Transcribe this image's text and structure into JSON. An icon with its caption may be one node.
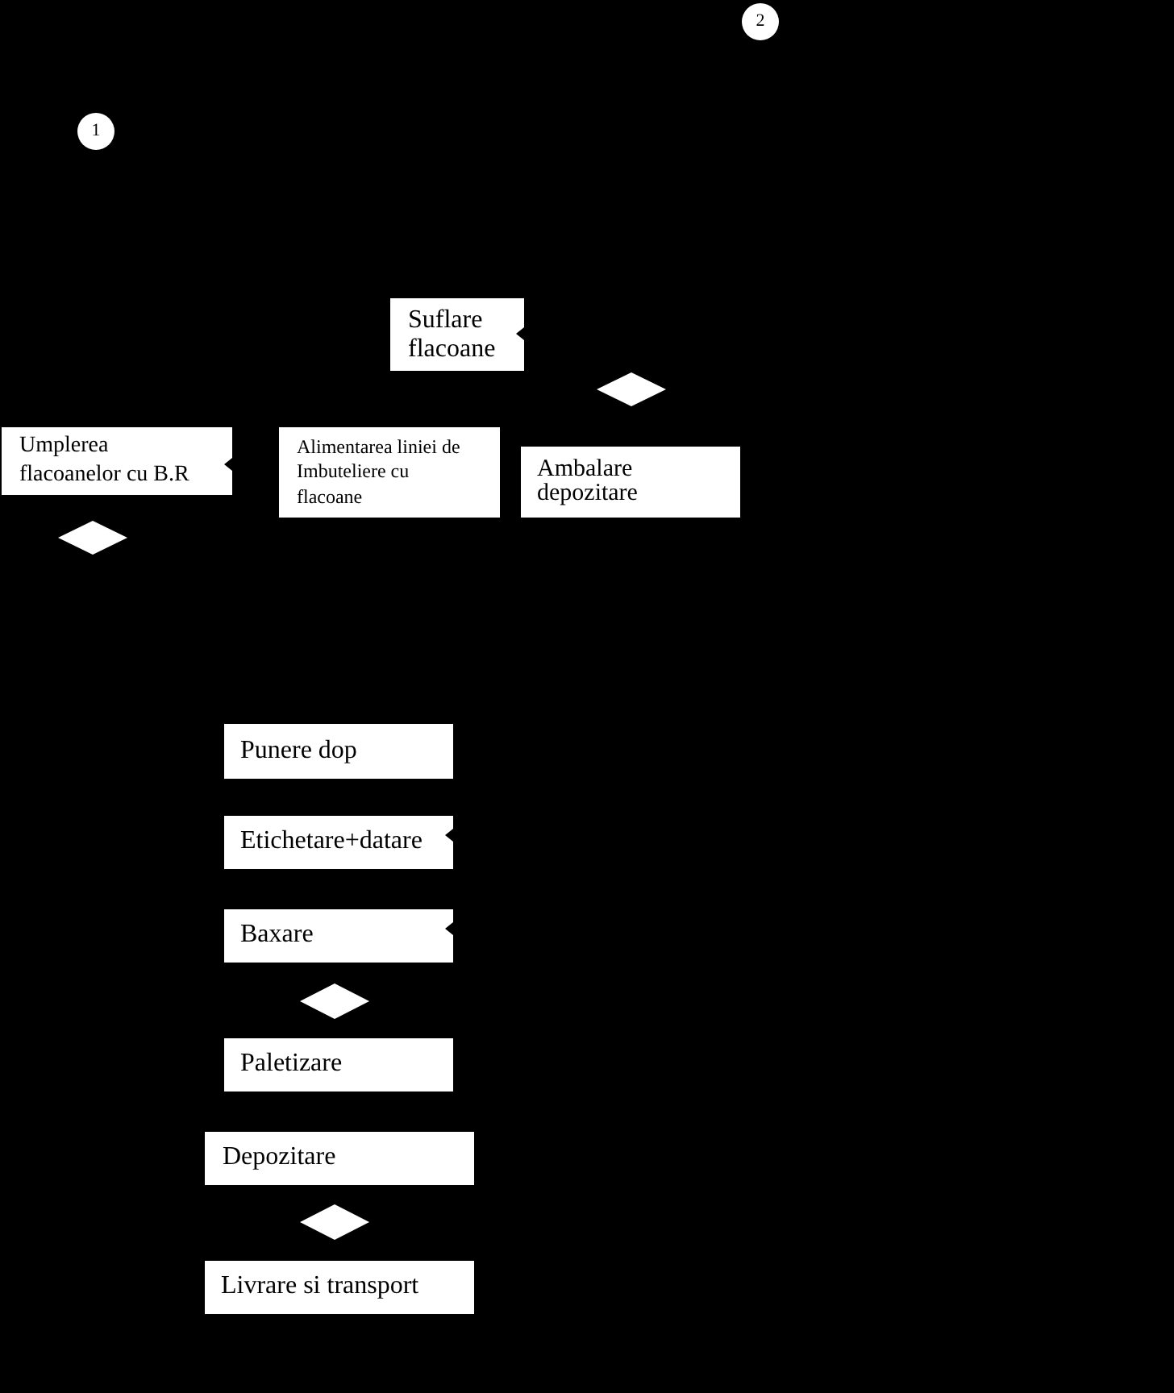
{
  "diagram": {
    "nodes": [
      {
        "text": [
          "2"
        ]
      },
      {
        "text": [
          "1"
        ]
      },
      {
        "text": [
          "Suflare flacoane"
        ]
      },
      {
        "text": [],
        "shape": "diamond"
      },
      {
        "text": [
          "Umplerea flacoanelor cu B.R"
        ]
      },
      {
        "text": [
          "Alimentarea liniei de Imbuteliere cu flacoane"
        ]
      },
      {
        "text": [
          "Ambalare depozitare"
        ]
      },
      {
        "text": [],
        "shape": "diamond"
      },
      {
        "text": [
          "Punere dop"
        ]
      },
      {
        "text": [
          "Etichetare+datare"
        ]
      },
      {
        "text": [
          "Baxare"
        ]
      },
      {
        "text": [],
        "shape": "diamond"
      },
      {
        "text": [
          "Paletizare"
        ]
      },
      {
        "text": [
          "Depozitare"
        ]
      },
      {
        "text": [],
        "shape": "diamond"
      },
      {
        "text": [
          "Livrare si transport"
        ]
      }
    ]
  }
}
